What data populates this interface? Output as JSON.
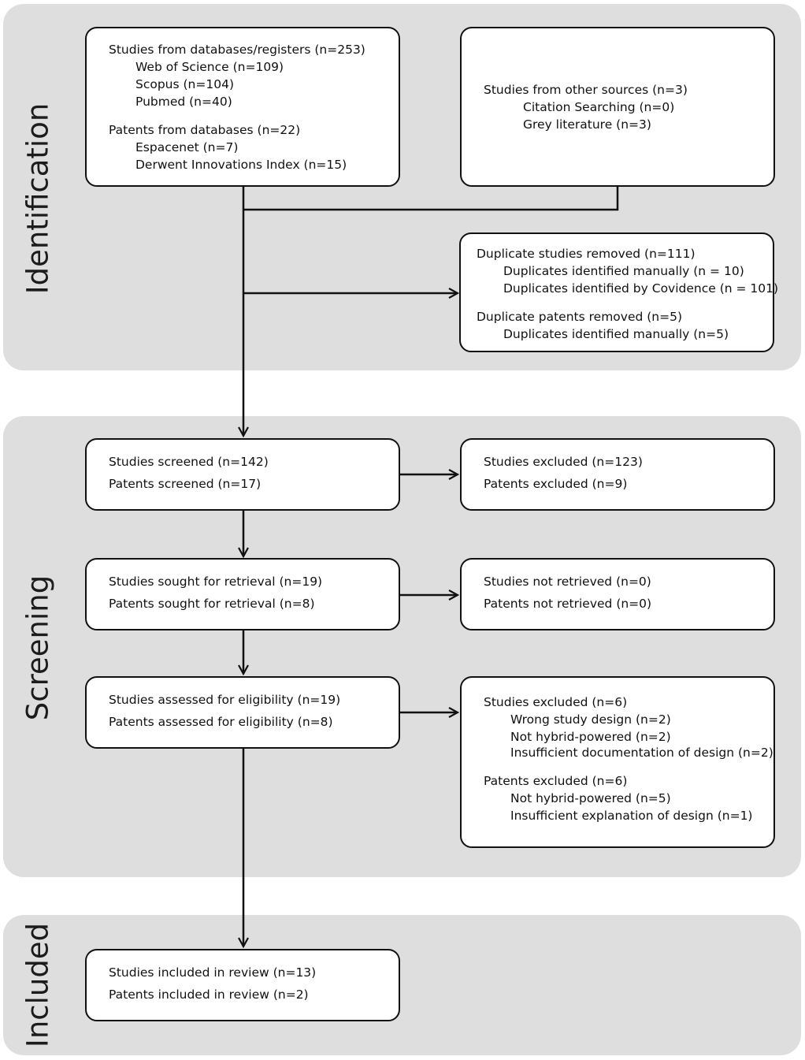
{
  "phases": {
    "identification": "Identification",
    "screening": "Screening",
    "included": "Included"
  },
  "boxes": {
    "databases": {
      "studies_header": "Studies from databases/registers (n=253)",
      "studies_items": [
        "Web of Science (n=109)",
        "Scopus (n=104)",
        "Pubmed (n=40)"
      ],
      "patents_header": "Patents from databases (n=22)",
      "patents_items": [
        "Espacenet (n=7)",
        "Derwent Innovations Index (n=15)"
      ]
    },
    "other_sources": {
      "header": "Studies from other sources (n=3)",
      "items": [
        "Citation Searching (n=0)",
        "Grey literature (n=3)"
      ]
    },
    "duplicates": {
      "studies_header": "Duplicate studies removed (n=111)",
      "studies_items": [
        "Duplicates identified manually (n = 10)",
        "Duplicates identified by Covidence (n = 101)"
      ],
      "patents_header": "Duplicate patents removed (n=5)",
      "patents_items": [
        "Duplicates identified manually (n=5)"
      ]
    },
    "screened": {
      "studies": "Studies screened (n=142)",
      "patents": "Patents screened (n=17)"
    },
    "excluded_screening": {
      "studies": "Studies excluded  (n=123)",
      "patents": "Patents excluded (n=9)"
    },
    "retrieval": {
      "studies": "Studies sought for retrieval (n=19)",
      "patents": "Patents sought for retrieval (n=8)"
    },
    "not_retrieved": {
      "studies": "Studies not retrieved (n=0)",
      "patents": "Patents not retrieved (n=0)"
    },
    "eligibility": {
      "studies": "Studies assessed for eligibility (n=19)",
      "patents": "Patents assessed for eligibility (n=8)"
    },
    "excluded_eligibility": {
      "studies_header": "Studies excluded (n=6)",
      "studies_items": [
        "Wrong study design (n=2)",
        "Not hybrid-powered (n=2)",
        "Insufficient documentation of design (n=2)"
      ],
      "patents_header": "Patents excluded (n=6)",
      "patents_items": [
        "Not hybrid-powered (n=5)",
        "Insufficient explanation of design (n=1)"
      ]
    },
    "included": {
      "studies": "Studies included in review (n=13)",
      "patents": "Patents included in review (n=2)"
    }
  },
  "colors": {
    "panel": "#dedede",
    "box": "#ffffff",
    "line": "#111111"
  }
}
